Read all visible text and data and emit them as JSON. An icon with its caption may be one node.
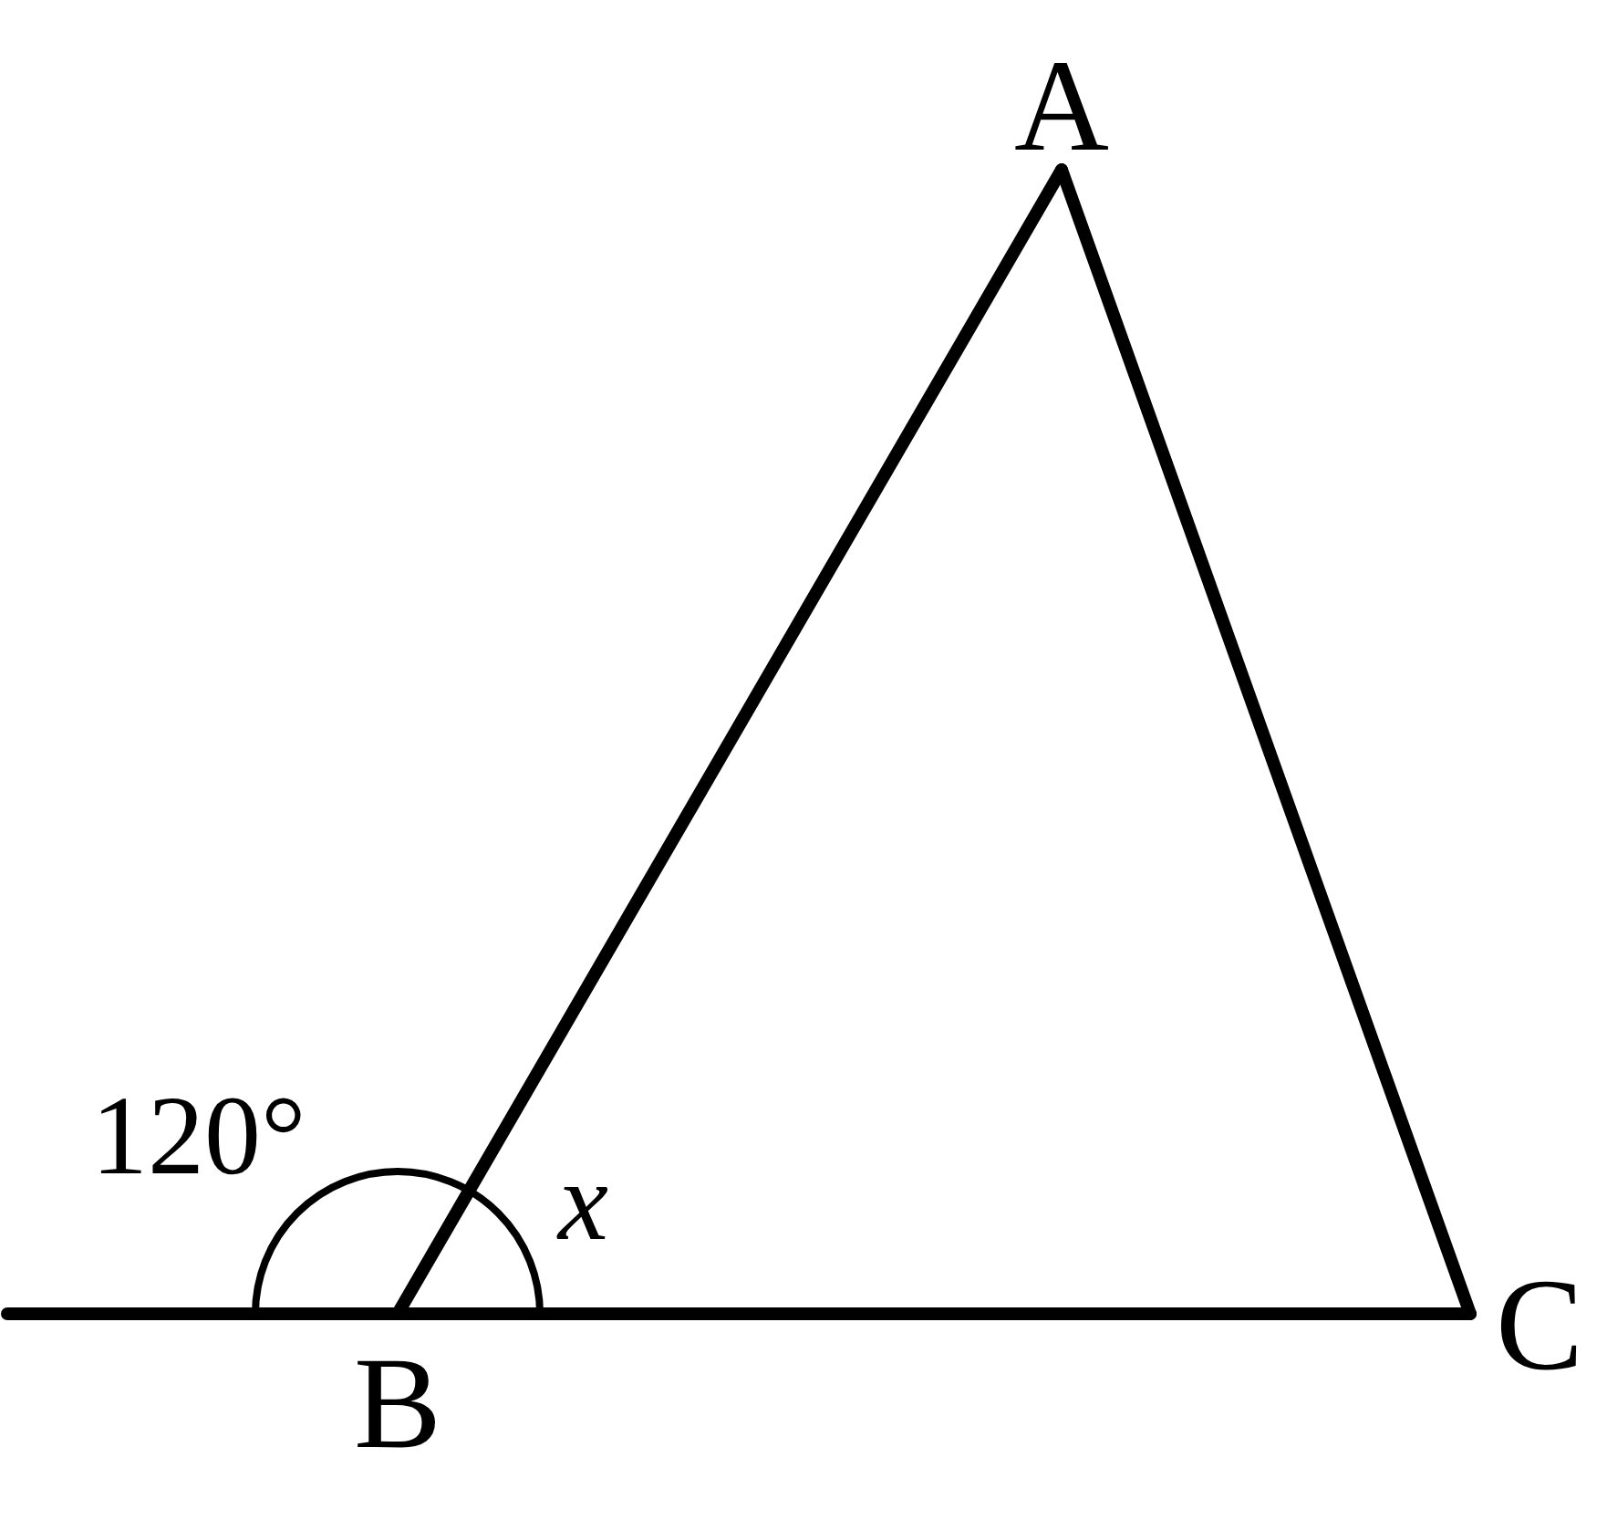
{
  "diagram": {
    "nodes": [
      {
        "text": [
          "A"
        ]
      },
      {
        "text": [
          "B"
        ]
      },
      {
        "text": [
          "C"
        ]
      }
    ],
    "edges": [
      {
        "from": 0,
        "to": 1,
        "arrow": "none"
      },
      {
        "from": 1,
        "to": 2,
        "arrow": "none"
      },
      {
        "from": 2,
        "to": 0,
        "arrow": "none"
      },
      {
        "from": null,
        "to": 1,
        "arrow": "none"
      }
    ],
    "labels": [
      "120°",
      "x"
    ]
  }
}
